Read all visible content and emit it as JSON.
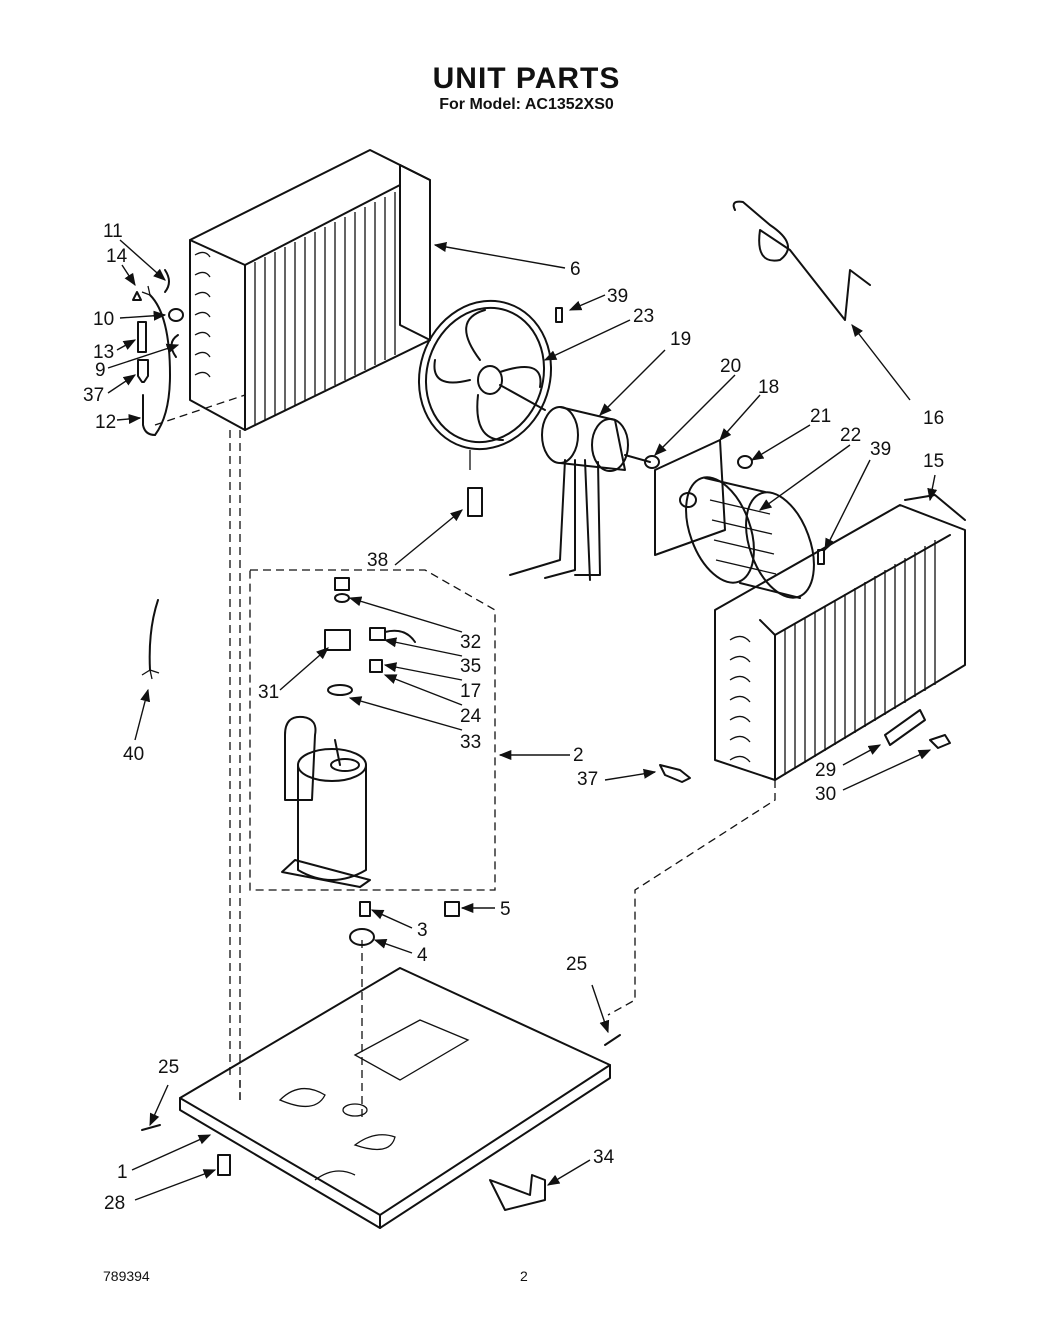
{
  "header": {
    "title": "UNIT PARTS",
    "model": "For Model: AC1352XS0"
  },
  "footer": {
    "doc_number": "789394",
    "page_number": "2"
  },
  "callouts": [
    "11",
    "14",
    "10",
    "13",
    "9",
    "37",
    "12",
    "6",
    "39",
    "23",
    "19",
    "20",
    "18",
    "21",
    "22",
    "39",
    "15",
    "16",
    "38",
    "32",
    "35",
    "17",
    "24",
    "33",
    "31",
    "2",
    "37",
    "29",
    "30",
    "40",
    "5",
    "3",
    "4",
    "25",
    "25",
    "1",
    "28",
    "34"
  ]
}
